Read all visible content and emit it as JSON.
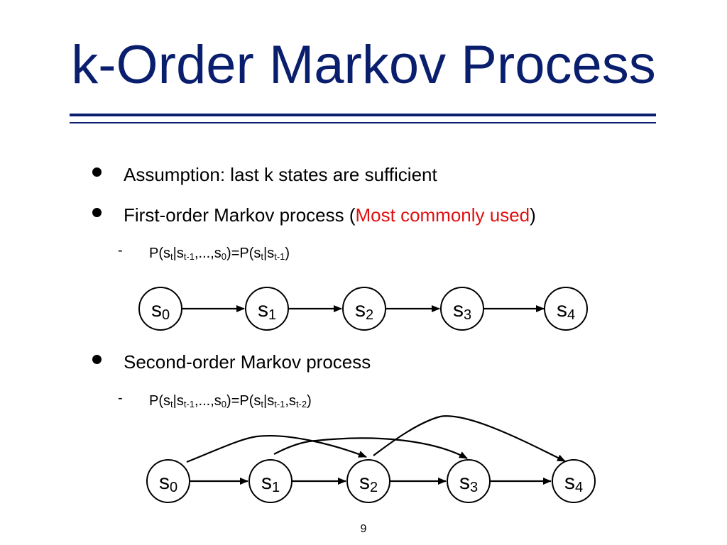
{
  "slide": {
    "title": "k-Order Markov Process",
    "bullet1": "Assumption: last k states are sufficient",
    "bullet2_prefix": "First-order Markov process (",
    "bullet2_highlight": "Most commonly used",
    "bullet2_suffix": ")",
    "sub1": {
      "p1": "P(s",
      "t1": "t",
      "p2": "|s",
      "t2": "t-1",
      "p3": ",...,s",
      "t3": "0",
      "p4": ")=P(s",
      "t4": "t",
      "p5": "|s",
      "t5": "t-1",
      "p6": ")"
    },
    "bullet3": "Second-order Markov process",
    "sub2": {
      "p1": "P(s",
      "t1": "t",
      "p2": "|s",
      "t2": "t-1",
      "p3": ",...,s",
      "t3": "0",
      "p4": ")=P(s",
      "t4": "t",
      "p5": "|s",
      "t5": "t-1",
      "p6": ",s",
      "t6": "t-2",
      "p7": ")"
    },
    "dash": "-",
    "page_number": "9"
  },
  "diagrams": {
    "node_base": "s",
    "node_subscripts": [
      "0",
      "1",
      "2",
      "3",
      "4"
    ]
  },
  "colors": {
    "title": "#0a1e6e",
    "highlight": "#e01010"
  }
}
